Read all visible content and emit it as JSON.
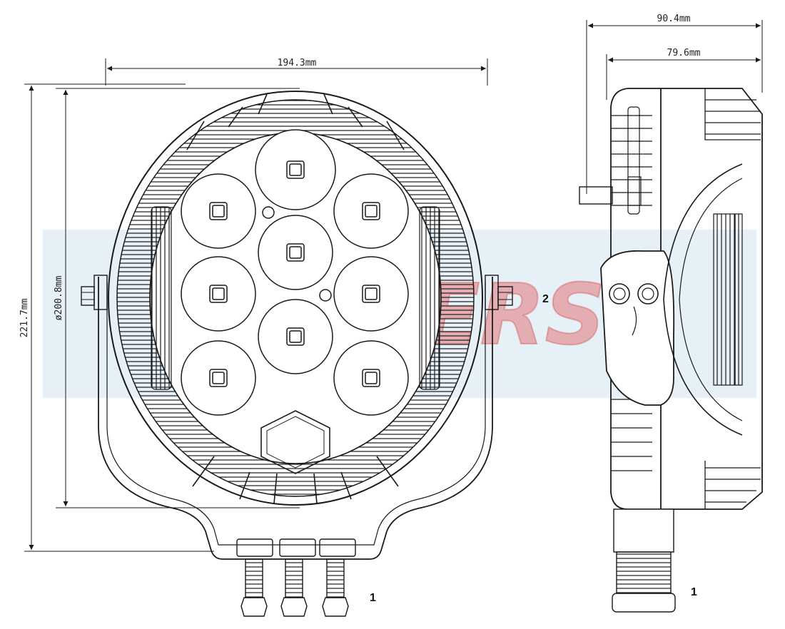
{
  "diagram": {
    "front_view": {
      "width_label": "194.3mm",
      "height_label": "221.7mm",
      "diameter_label": "ø200.8mm",
      "callouts": [
        "1",
        "2"
      ]
    },
    "side_view": {
      "overall_depth_label": "90.4mm",
      "body_depth_label": "79.6mm",
      "callouts": [
        "1"
      ]
    },
    "watermark": "BOWERS",
    "colors": {
      "line": "#1a1a1a",
      "watermark_fill": "#e25a5a",
      "watermark_band": "#cfe3f1",
      "background": "#ffffff"
    }
  }
}
